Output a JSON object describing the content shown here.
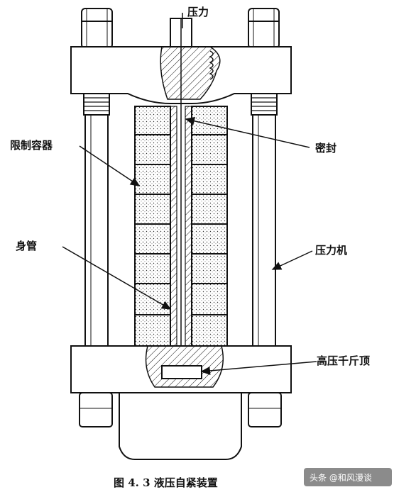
{
  "diagram": {
    "caption": "图 4. 3   液压自紧装置",
    "labels": {
      "pressure": "压力",
      "container": "限制容器",
      "seal": "密封",
      "body_tube": "身管",
      "press": "压力机",
      "jack": "高压千斤顶"
    }
  },
  "watermark": {
    "text": "头条 @和风漫谈"
  },
  "colors": {
    "ink": "#111111",
    "paper": "#ffffff",
    "watermark_bg": "#777777"
  }
}
